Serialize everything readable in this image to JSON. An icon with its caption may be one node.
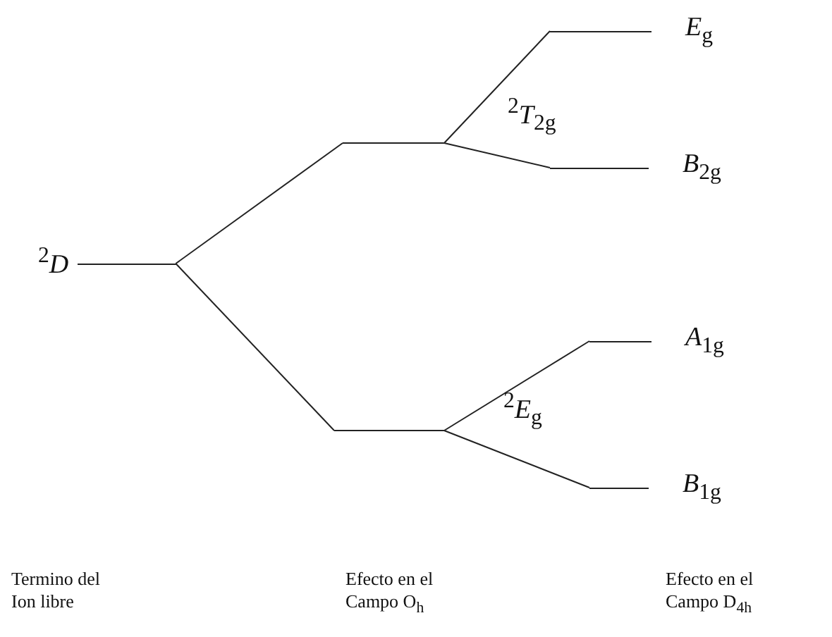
{
  "diagram": {
    "nodes": [
      {
        "text": [
          "$^{2}$*D*"
        ]
      },
      {
        "text": [],
        "shape": "bar"
      },
      {
        "text": [],
        "shape": "bar"
      },
      {
        "text": [
          "*E*$_{g}$"
        ]
      },
      {
        "text": [
          "*B*$_{2g}$"
        ]
      },
      {
        "text": [
          "*A*$_{1g}$"
        ]
      },
      {
        "text": [
          "*B*$_{1g}$"
        ]
      }
    ],
    "edges": [
      {
        "from": 0,
        "to": 1,
        "arrow": "none"
      },
      {
        "from": 0,
        "to": 2,
        "arrow": "none"
      },
      {
        "from": 1,
        "to": 3,
        "arrow": "none"
      },
      {
        "from": 1,
        "to": 4,
        "arrow": "none"
      },
      {
        "from": 2,
        "to": 5,
        "arrow": "none"
      },
      {
        "from": 2,
        "to": 6,
        "arrow": "none"
      }
    ],
    "labels": [
      "$^{2}$*T*$_{2g}$",
      "$^{2}$*E*$_{g}$",
      "Termino del Ion libre",
      "Efecto en el Campo O$_{h}$",
      "Efecto en el Campo D$_{4h}$"
    ]
  }
}
